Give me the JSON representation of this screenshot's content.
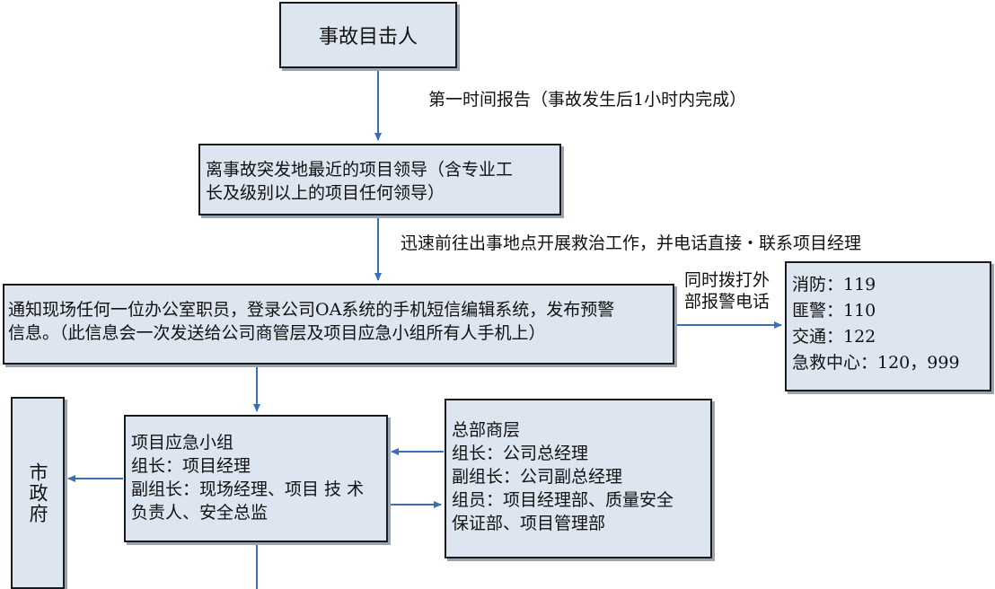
{
  "boxes": {
    "witness": "事故目击人",
    "leader": [
      "离事故突发地最近的项目领导（含专业工",
      "长及级别以上的项目任何领导）"
    ],
    "notify": [
      "通知现场任何一位办公室职员，登录公司OA系统的手机短信编辑系统，发布预警",
      "信息。（此信息会一次发送给公司商管层及项目应急小组所有人手机上）"
    ],
    "alarm": [
      "消防：119",
      "匪警：110",
      "交通：122",
      "急救中心：120，999"
    ],
    "city": "市政府",
    "team": [
      "项目应急小组",
      "组长：项目经理",
      "副组长：现场经理、项目 技 术",
      "负责人、安全总监"
    ],
    "hq": [
      "总部商层",
      "组长：公司总经理",
      "副组长：公司副总经理",
      "组员：项目经理部、质量安全",
      "保证部、项目管理部"
    ]
  },
  "edge_labels": {
    "first_report": "第一时间报告（事故发生后1小时内完成）",
    "rush": "迅速前往出事地点开展救治工作，并电话直接・联系项目经理",
    "external_call": [
      "同时拨打外",
      "部报警电话"
    ]
  },
  "colors": {
    "box_fill": "#dde5f0",
    "box_border": "#1a1a1a",
    "arrow": "#3a6fb5"
  }
}
